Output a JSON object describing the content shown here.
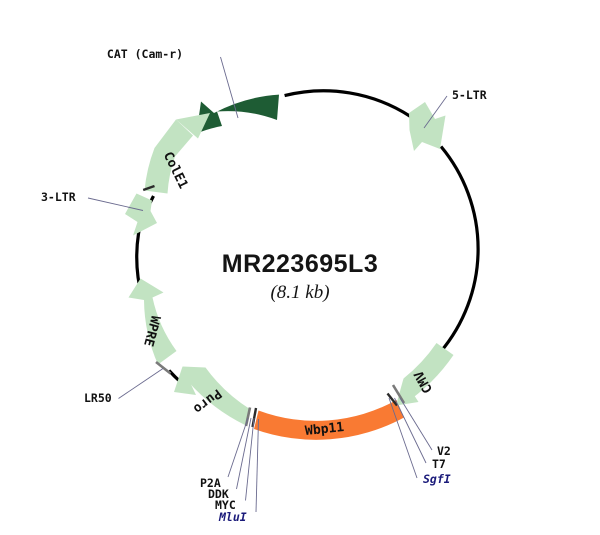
{
  "plasmid": {
    "name": "MR223695L3",
    "size_label": "(8.1 kb)",
    "backbone_color": "#000000",
    "feature_colors": {
      "light_green": "#c2e3c2",
      "dark_green": "#1e5c34",
      "orange": "#f97a33",
      "site_gray": "#7a7a7a",
      "site_black": "#2b2b2b",
      "restriction_text": "#1a1a7a"
    }
  },
  "features": [
    {
      "id": "cat",
      "label": "CAT (Cam-r)",
      "color": "#1e5c34",
      "label_placement": "outside",
      "arrow_direction": "counterclockwise"
    },
    {
      "id": "cole1",
      "label": "ColE1",
      "color": "#c2e3c2",
      "label_placement": "inside",
      "arrow_direction": "counterclockwise"
    },
    {
      "id": "three_ltr",
      "label": "3-LTR",
      "color": "#c2e3c2",
      "label_placement": "outside",
      "arrow_direction": "counterclockwise"
    },
    {
      "id": "wpre",
      "label": "WPRE",
      "color": "#c2e3c2",
      "label_placement": "inside",
      "arrow_direction": "counterclockwise"
    },
    {
      "id": "puro",
      "label": "Puro",
      "color": "#c2e3c2",
      "label_placement": "inside",
      "arrow_direction": "counterclockwise"
    },
    {
      "id": "wbp11",
      "label": "Wbp11",
      "color": "#f97a33",
      "label_placement": "inside",
      "arrow_direction": "none"
    },
    {
      "id": "cmv",
      "label": "CMV",
      "color": "#c2e3c2",
      "label_placement": "inside",
      "arrow_direction": "counterclockwise"
    },
    {
      "id": "five_ltr",
      "label": "5-LTR",
      "color": "#c2e3c2",
      "label_placement": "outside",
      "arrow_direction": "counterclockwise"
    }
  ],
  "annotations": {
    "lr50": "LR50",
    "p2a": "P2A",
    "ddk": "DDK",
    "myc": "MYC",
    "mlui": "MluI",
    "v2": "V2",
    "t7": "T7",
    "sgfi": "SgfI"
  }
}
